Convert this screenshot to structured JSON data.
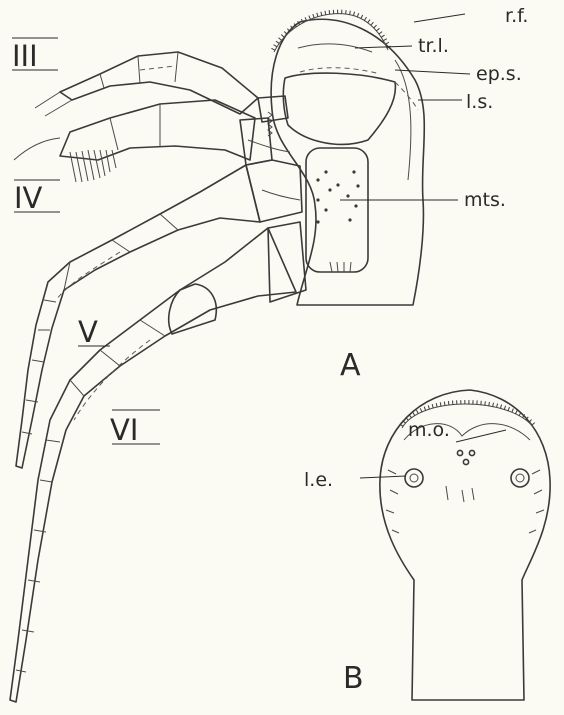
{
  "figure": {
    "panel_labels": {
      "a": "A",
      "b": "B"
    },
    "leg_labels": [
      "III",
      "IV",
      "V",
      "VI"
    ],
    "annotations_a": [
      "r.f.",
      "tr.l.",
      "ep.s.",
      "l.s.",
      "mts."
    ],
    "annotations_b": [
      "m.o.",
      "l.e."
    ]
  },
  "colors": {
    "background": "#fbfbf3",
    "ink": "#3a3a3a"
  }
}
